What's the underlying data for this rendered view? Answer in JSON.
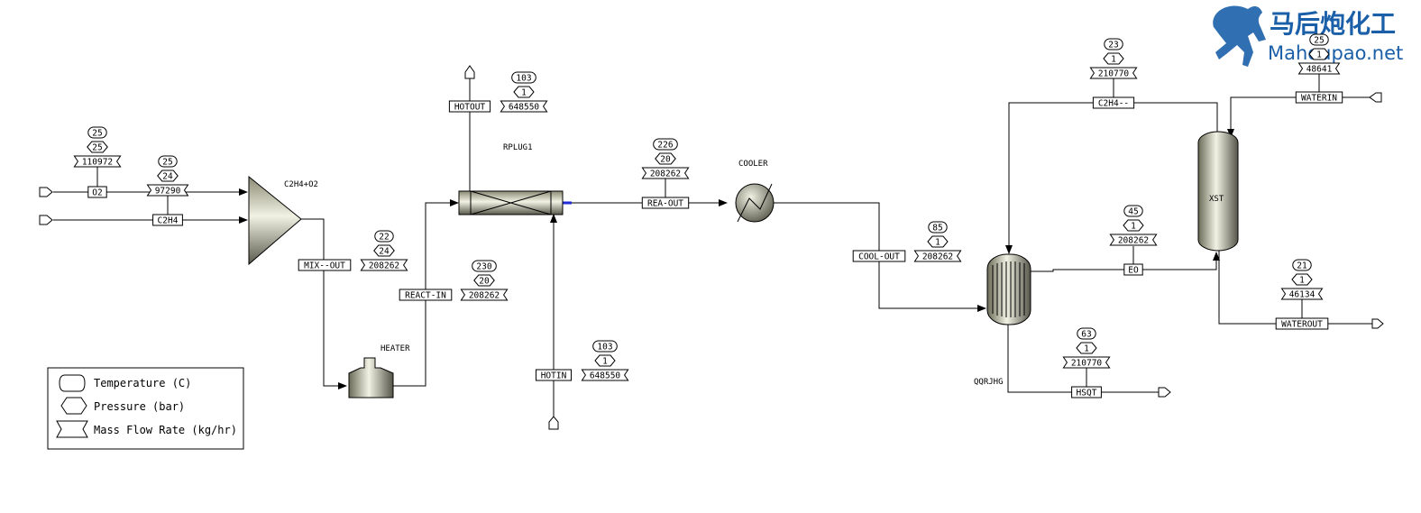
{
  "logo": {
    "cn": "马后炮化工",
    "en": "Mahoupao.net"
  },
  "legend": {
    "temperature": "Temperature (C)",
    "pressure": "Pressure (bar)",
    "mass_flow": "Mass Flow Rate (kg/hr)"
  },
  "blocks": {
    "mixer": "C2H4+O2",
    "rplug": "RPLUG1",
    "heater": "HEATER",
    "cooler": "COOLER",
    "exchanger": "QQRJHG",
    "column": "XST"
  },
  "streams": {
    "o2": {
      "label": "O2",
      "temp": "25",
      "pres": "25",
      "flow": "110972"
    },
    "c2h4": {
      "label": "C2H4",
      "temp": "25",
      "pres": "24",
      "flow": "97290"
    },
    "mixout": {
      "label": "MIX--OUT",
      "temp": "22",
      "pres": "24",
      "flow": "208262"
    },
    "reactin": {
      "label": "REACT-IN",
      "temp": "230",
      "pres": "20",
      "flow": "208262"
    },
    "hotout": {
      "label": "HOTOUT",
      "temp": "103",
      "pres": "1",
      "flow": "648550"
    },
    "hotin": {
      "label": "HOTIN",
      "temp": "103",
      "pres": "1",
      "flow": "648550"
    },
    "reaout": {
      "label": "REA-OUT",
      "temp": "226",
      "pres": "20",
      "flow": "208262"
    },
    "coolout": {
      "label": "COOL-OUT",
      "temp": "85",
      "pres": "1",
      "flow": "208262"
    },
    "eo": {
      "label": "EO",
      "temp": "45",
      "pres": "1",
      "flow": "208262"
    },
    "c2h4r": {
      "label": "C2H4--",
      "temp": "23",
      "pres": "1",
      "flow": "210770"
    },
    "waterin": {
      "label": "WATERIN",
      "temp": "25",
      "pres": "1",
      "flow": "48641"
    },
    "waterout": {
      "label": "WATEROUT",
      "temp": "21",
      "pres": "1",
      "flow": "46134"
    },
    "hsqt": {
      "label": "HSQT",
      "temp": "63",
      "pres": "1",
      "flow": "210770"
    }
  },
  "colors": {
    "line": "#000000",
    "equipment_light": "#f2f2e4",
    "equipment_dark": "#6b6b58",
    "logo_blue": "#1a5fa8",
    "flow_tip": "#1e2bd6"
  }
}
